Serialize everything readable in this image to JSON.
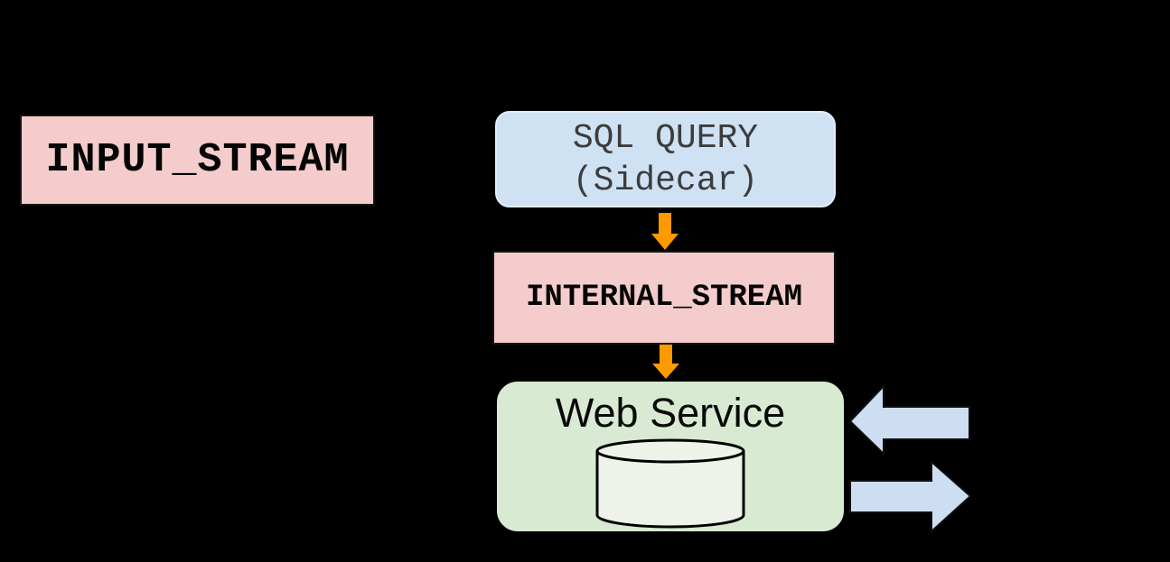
{
  "colors": {
    "bg": "#000000",
    "pink": "#f4cccc",
    "blue": "#cfe2f3",
    "green": "#d9ead3",
    "cylinder": "#eef3ea",
    "orange": "#ff9900",
    "arrow_blue": "#cdddf2",
    "arrow_edge": "#101010",
    "text_gray": "#3c3c3c"
  },
  "diagram": {
    "input_stream": {
      "label": "INPUT_STREAM"
    },
    "sql_query": {
      "line1": "SQL QUERY",
      "line2": "(Sidecar)"
    },
    "internal_stream": {
      "label": "INTERNAL_STREAM"
    },
    "web_service": {
      "label": "Web Service"
    },
    "icons": {
      "flow_arrow_1": "orange-down-arrow-icon",
      "flow_arrow_2": "orange-down-arrow-icon",
      "database": "database-cylinder-icon",
      "inbound": "blue-left-arrow-icon",
      "outbound": "blue-right-arrow-icon"
    }
  }
}
